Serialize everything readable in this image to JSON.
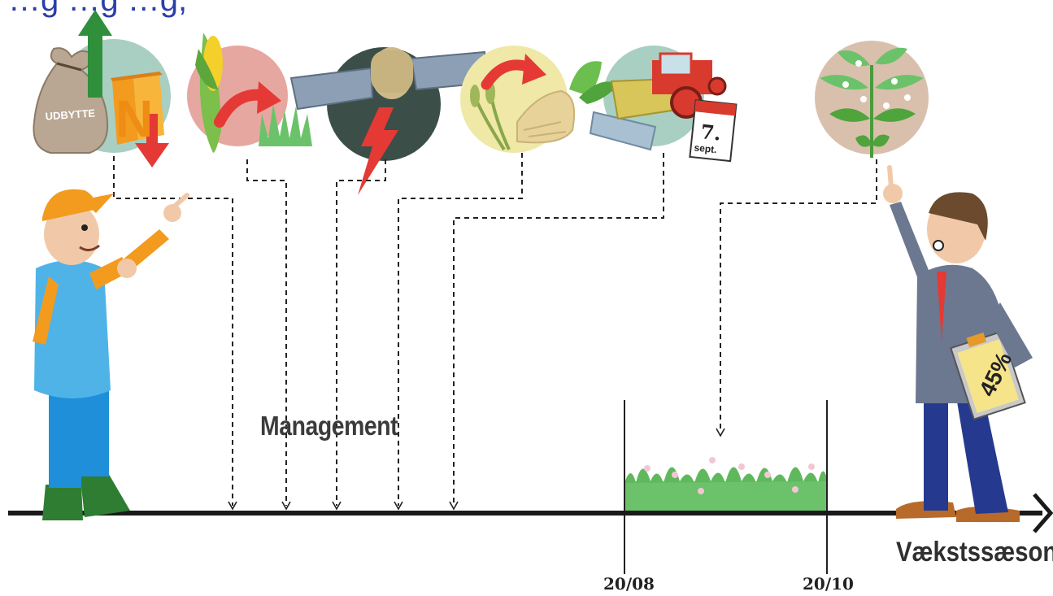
{
  "title": "…g …g …g,",
  "management_label": "Management",
  "season_label": "Vækstssæson",
  "dates": {
    "start": "20/08",
    "end": "20/10"
  },
  "icons": {
    "yield_bag_text": "UDBYTTE",
    "nitrogen_letter": "N",
    "calendar_day": "7.",
    "calendar_month": "sept.",
    "clipboard_value": "45%"
  },
  "colors": {
    "title": "#2b3ea8",
    "timeline": "#1a1a1a",
    "catch_crop": "#6cc26a",
    "arrow_red": "#e53935"
  }
}
